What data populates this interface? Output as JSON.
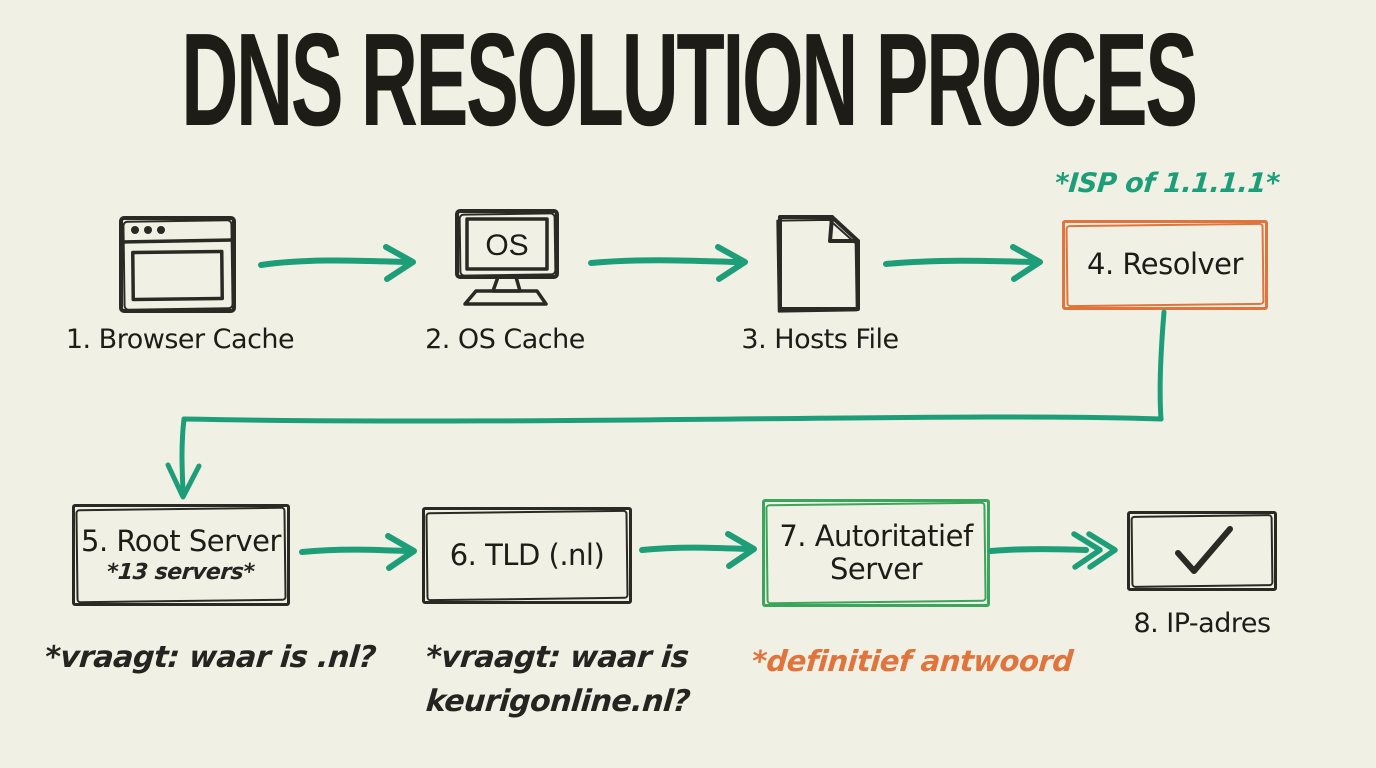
{
  "title": "DNS RESOLUTION PROCES",
  "colors": {
    "background": "#f0f1e4",
    "ink": "#2a2a24",
    "teal": "#1d9e79",
    "orange": "#e0743c",
    "green": "#3aa55b"
  },
  "icons": {
    "browser_cache": "browser-window-icon",
    "os_cache": "desktop-monitor-icon",
    "hosts_file": "document-icon",
    "ip_address": "checkmark-icon",
    "flow": "arrow-right-icon"
  },
  "steps": {
    "browser_cache": {
      "label": "1. Browser Cache"
    },
    "os_cache": {
      "label": "2. OS Cache",
      "monitor_text": "OS"
    },
    "hosts_file": {
      "label": "3. Hosts File"
    },
    "resolver": {
      "label": "4. Resolver",
      "annotation": "*ISP of 1.1.1.1*"
    },
    "root_server": {
      "label": "5. Root Server",
      "sublabel": "*13 servers*",
      "note": "*vraagt: waar is .nl?"
    },
    "tld": {
      "label": "6. TLD (.nl)",
      "note_line1": "*vraagt: waar is",
      "note_line2": "keurigonline.nl?"
    },
    "authoritative_server": {
      "label_line1": "7. Autoritatief",
      "label_line2": "Server",
      "note": "*definitief antwoord"
    },
    "ip_address": {
      "label": "8. IP-adres"
    }
  }
}
